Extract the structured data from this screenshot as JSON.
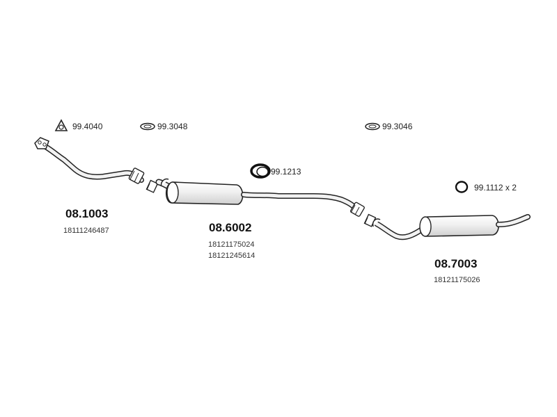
{
  "accessories": [
    {
      "icon": "triangle-gasket-icon",
      "code": "99.4040"
    },
    {
      "icon": "flat-ring-gasket-icon",
      "code": "99.3048"
    },
    {
      "icon": "flat-ring-gasket-icon",
      "code": "99.3046"
    },
    {
      "icon": "clamp-sleeve-icon",
      "code": "99.1213"
    },
    {
      "icon": "rubber-ring-icon",
      "code": "99.1112 x 2"
    }
  ],
  "parts": [
    {
      "name": "front-pipe",
      "number": "08.1003",
      "oem": [
        "18111246487"
      ]
    },
    {
      "name": "middle-silencer",
      "number": "08.6002",
      "oem": [
        "18121175024",
        "18121245614"
      ]
    },
    {
      "name": "rear-silencer",
      "number": "08.7003",
      "oem": [
        "18121175026"
      ]
    }
  ],
  "colors": {
    "stroke": "#222222",
    "body_fill": "#ededed",
    "highlight": "#ffffff",
    "text": "#1a1a1a"
  }
}
